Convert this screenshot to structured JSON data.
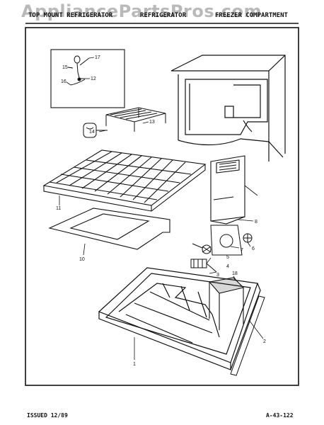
{
  "watermark": "AppliancePartsPros.com",
  "header": {
    "left": "TOP MOUNT REFRIGERATOR",
    "middle": "REFRIGERATOR",
    "right": "FREEZER COMPARTMENT"
  },
  "footer": {
    "issued": "ISSUED 12/89",
    "page_code": "A-43-122"
  },
  "callouts": [
    "1",
    "2",
    "3",
    "4",
    "5",
    "6",
    "7",
    "8",
    "10",
    "11",
    "12",
    "13",
    "14",
    "15",
    "16",
    "17",
    "18"
  ]
}
